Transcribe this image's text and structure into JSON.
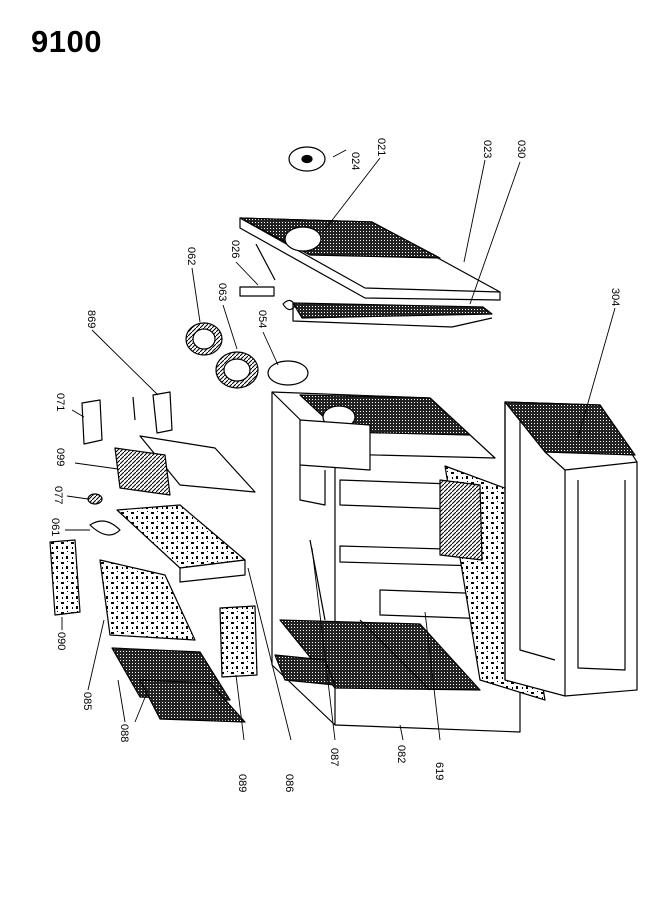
{
  "header": {
    "title": "9100"
  },
  "diagram": {
    "ink": "#000000",
    "paper": "#ffffff",
    "parts": [
      {
        "id": "024",
        "label": "024"
      },
      {
        "id": "021",
        "label": "021"
      },
      {
        "id": "023",
        "label": "023"
      },
      {
        "id": "030",
        "label": "030"
      },
      {
        "id": "026",
        "label": "026"
      },
      {
        "id": "062",
        "label": "062"
      },
      {
        "id": "063",
        "label": "063"
      },
      {
        "id": "054",
        "label": "054"
      },
      {
        "id": "869",
        "label": "869"
      },
      {
        "id": "304",
        "label": "304"
      },
      {
        "id": "071",
        "label": "071"
      },
      {
        "id": "099",
        "label": "099"
      },
      {
        "id": "077",
        "label": "077"
      },
      {
        "id": "061",
        "label": "061"
      },
      {
        "id": "090",
        "label": "090"
      },
      {
        "id": "085",
        "label": "085"
      },
      {
        "id": "088",
        "label": "088"
      },
      {
        "id": "089",
        "label": "089"
      },
      {
        "id": "086",
        "label": "086"
      },
      {
        "id": "087",
        "label": "087"
      },
      {
        "id": "082",
        "label": "082"
      },
      {
        "id": "619",
        "label": "619"
      }
    ]
  }
}
